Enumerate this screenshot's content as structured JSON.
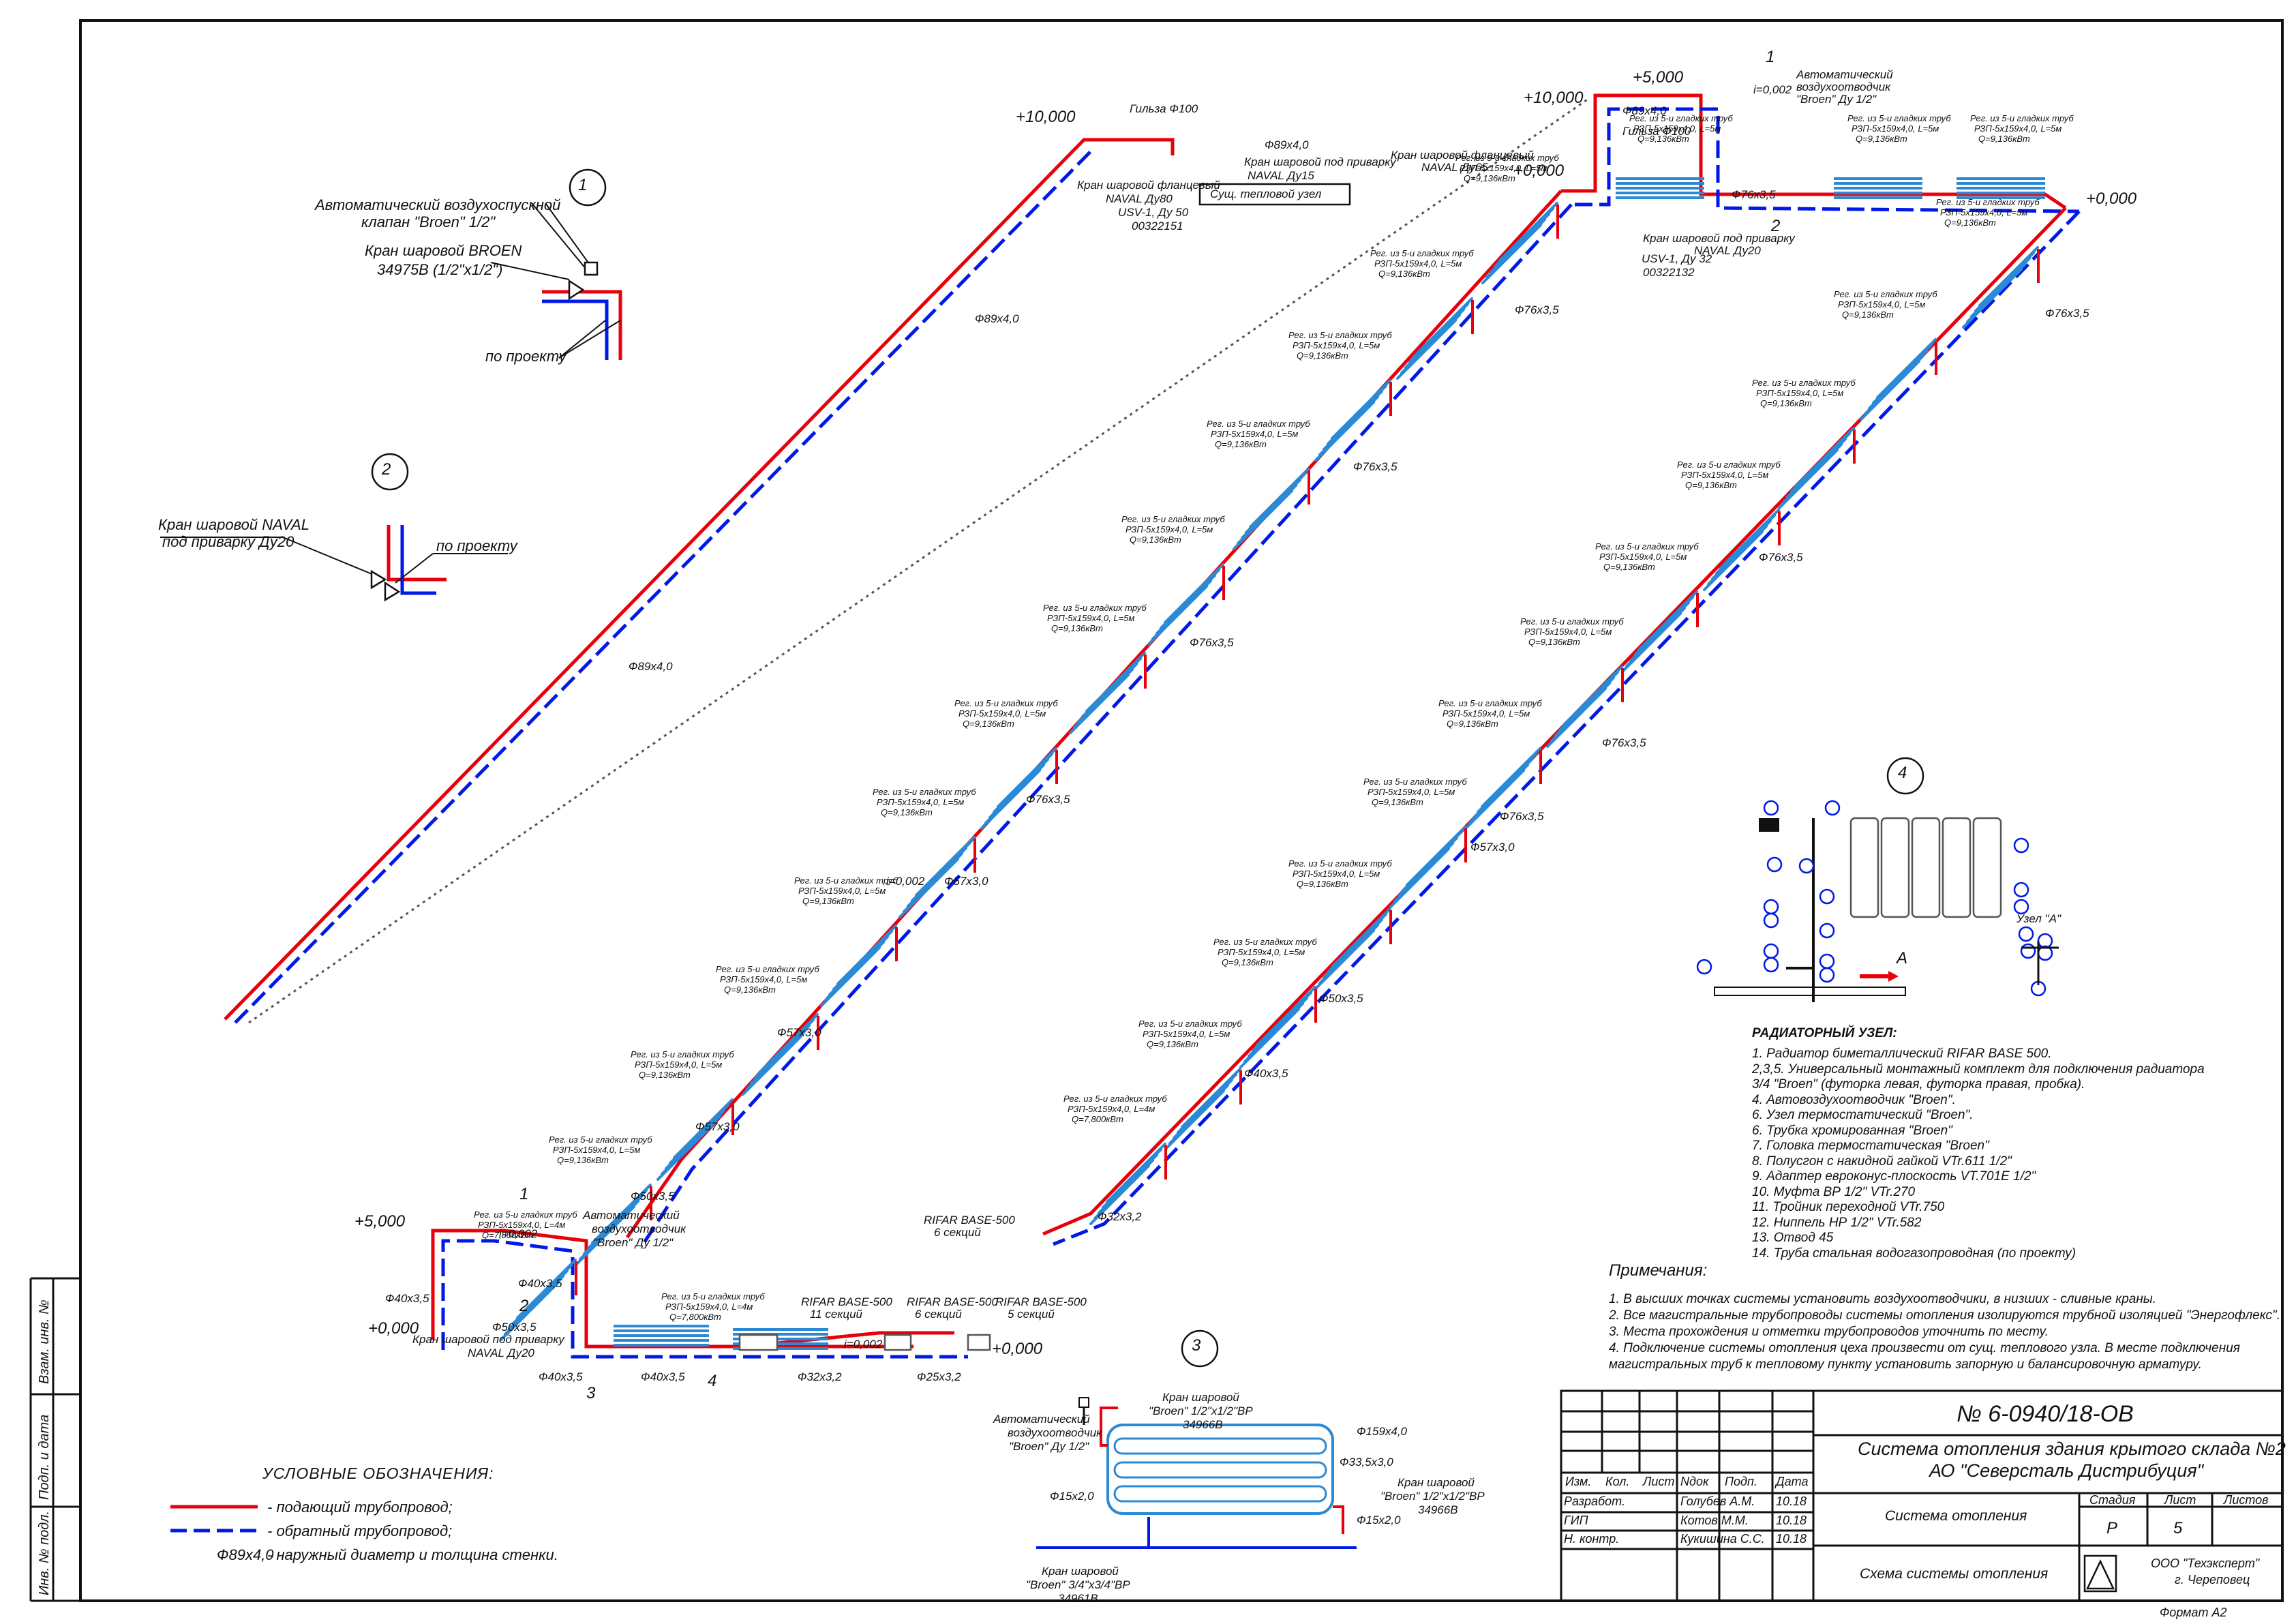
{
  "sheet": {
    "format": "Формат А2"
  },
  "colors": {
    "supply": "#e8000b",
    "return": "#0019e6",
    "radiator": "#2a8ad6"
  },
  "details": {
    "d1": {
      "number": "1",
      "valve_name": "Автоматический воздухоспускной",
      "valve_name2": "клапан \"Broen\" 1/2\"",
      "ball_valve": "Кран шаровой BROEN",
      "ball_valve_code": "34975B (1/2\"х1/2\")",
      "by_project": "по проекту"
    },
    "d2": {
      "number": "2",
      "valve": "Кран шаровой NAVAL",
      "valve2": "под приварку Ду20",
      "by_project": "по проекту"
    },
    "d3": {
      "number": "3",
      "air_vent": "Автоматический",
      "air_vent2": "воздухоотводчик",
      "air_vent3": "\"Broen\" Ду 1/2\"",
      "valve_top": "Кран шаровой",
      "valve_top2": "\"Broen\" 1/2\"х1/2\"ВР",
      "valve_top3": "34966B",
      "pipe_main": "Ф159х4,0",
      "pipe_small": "Ф33,5х3,0",
      "valve_right": "Кран шаровой",
      "valve_right2": "\"Broen\" 1/2\"х1/2\"ВР",
      "valve_right3": "34966B",
      "pipe_left": "Ф15х2,0",
      "pipe_right": "Ф15х2,0",
      "valve_bottom": "Кран шаровой",
      "valve_bottom2": "\"Broen\" 3/4\"х3/4\"ВР",
      "valve_bottom3": "34961B"
    },
    "d4": {
      "number": "4",
      "node": "Узел \"А\"",
      "arrow": "А"
    }
  },
  "radiator_node": {
    "title": "РАДИАТОРНЫЙ УЗЕЛ:",
    "items": [
      "1. Радиатор биметаллический RIFAR BASE 500.",
      "2,3,5. Универсальный монтажный комплект для подключения радиатора",
      "3/4 \"Broen\" (футорка левая, футорка правая, пробка).",
      "4. Автовоздухоотводчик \"Broen\".",
      "6. Узел термостатический \"Broen\".",
      "6. Трубка хромированная \"Broen\"",
      "7. Головка термостатическая \"Broen\"",
      "8. Полусгон с накидной гайкой VTr.611 1/2\"",
      "9. Адаптер евроконус-плоскость VT.701E 1/2\"",
      "10. Муфта ВР 1/2\" VTr.270",
      "11. Тройник переходной VTr.750",
      "12. Ниппель НР 1/2\" VTr.582",
      "13. Отвод 45",
      "14. Труба стальная водогазопроводная (по проекту)"
    ]
  },
  "notes": {
    "title": "Примечания:",
    "items": [
      "1. В высших точках системы установить воздухоотводчики, в низших - сливные краны.",
      "2. Все магистральные трубопроводы системы отопления изолируются трубной изоляцией \"Энергофлекс\".",
      "3. Места прохождения и отметки трубопроводов уточнить по месту.",
      "4. Подключение системы отопления цеха произвести от сущ. теплового узла. В месте подключения",
      "магистральных труб к тепловому пункту установить запорную и балансировочную арматуру."
    ]
  },
  "legend": {
    "title": "УСЛОВНЫЕ ОБОЗНАЧЕНИЯ:",
    "supply": "- подающий трубопровод;",
    "return": "- обратный трубопровод;",
    "dim_sample": "Ф89х4,0",
    "dim": "- наружный диаметр и толщина стенки."
  },
  "plan": {
    "elev_10": "+10,000",
    "elev_5": "+5,000",
    "elev_0": "+0,000",
    "reg": "Рег. из 5-и гладких труб",
    "reg_spec": "РЗП-5х159х4,0, L=5м",
    "reg_q": "Q=9,136кВт",
    "reg_spec4": "РЗП-5х159х4,0, L=4м",
    "reg_q4": "Q=7,800кВт",
    "p89": "Ф89х4,0",
    "p76": "Ф76х3,5",
    "p57": "Ф57х3,0",
    "p50": "Ф50х3,5",
    "p40": "Ф40х3,5",
    "p32": "Ф32х3,2",
    "p25": "Ф25х3,2",
    "sleeve": "Гильза Ф100",
    "flange_valve": "Кран шаровой фланцевый",
    "flange_valve2": "NAVAL Ду80",
    "flange_valve3": "NAVAL Ду65",
    "weld_valve": "Кран шаровой под приварку",
    "weld_valve15": "NAVAL Ду15",
    "weld_valve20": "NAVAL Ду20",
    "usv50": "USV-1, Ду 50",
    "usv50_code": "00322151",
    "usv32": "USV-1, Ду 32",
    "usv32_code": "00322132",
    "heat_node": "Сущ. тепловой узел",
    "air_vent": "Автоматический",
    "air_vent2": "воздухоотводчик",
    "air_vent3": "\"Broen\" Ду 1/2\"",
    "rifar": "RIFAR BASE-500",
    "sec6": "6 секций",
    "sec11": "11 секций",
    "sec5": "5 секций",
    "slope": "i=0,002",
    "call1": "1",
    "call2": "2",
    "call3": "3",
    "call4": "4"
  },
  "title_block": {
    "doc_number": "№ 6-0940/18-ОВ",
    "project1": "Система отопления здания крытого склада №2",
    "project2": "АО \"Северсталь Дистрибуция\"",
    "sheet_name": "Система отопления",
    "drawing_name": "Схема системы отопления",
    "col_izm": "Изм.",
    "col_kol": "Кол.",
    "col_list": "Лист",
    "col_ndok": "Nдок",
    "col_podp": "Подп.",
    "col_data": "Дата",
    "stage_h": "Стадия",
    "list_h": "Лист",
    "lists_h": "Листов",
    "stage": "Р",
    "list": "5",
    "lists": "",
    "company1": "ООО \"Техэксперт\"",
    "company2": "г. Череповец",
    "rows": [
      {
        "role": "Разработ.",
        "name": "Голубев А.М.",
        "date": "10.18"
      },
      {
        "role": "ГИП",
        "name": "Котов М.М.",
        "date": "10.18"
      },
      {
        "role": "Н. контр.",
        "name": "Кукишина С.С.",
        "date": "10.18"
      }
    ]
  },
  "side_stamp": {
    "vzam": "Взам. инв. №",
    "podp": "Подп. и дата",
    "inv": "Инв. № подл."
  }
}
